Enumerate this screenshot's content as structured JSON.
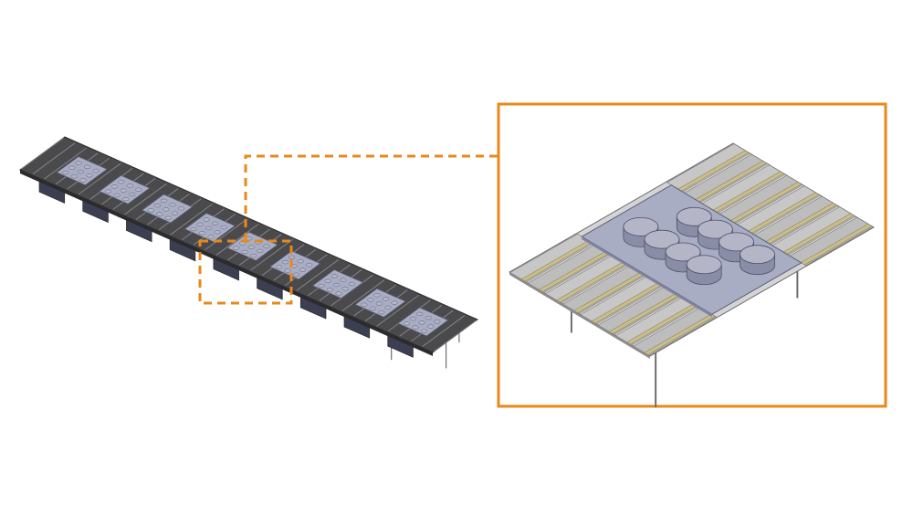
{
  "colors": {
    "accent": "#E8891A",
    "deck_dark": "#4a4a4c",
    "deck_edge": "#2e2e30",
    "module_blue": "#a9adc3",
    "module_side": "#7f84a0",
    "cylinder_top": "#b4b6c8",
    "cylinder_side": "#8a8da6",
    "panel_gray": "#bdbdbd",
    "panel_dark": "#9a9a9a",
    "stripe_tan": "#c9bd8c",
    "support": "#6e6e70"
  },
  "overview": {
    "modules": 9
  },
  "detail": {
    "cylinders": 8,
    "panels_per_side": 8
  }
}
